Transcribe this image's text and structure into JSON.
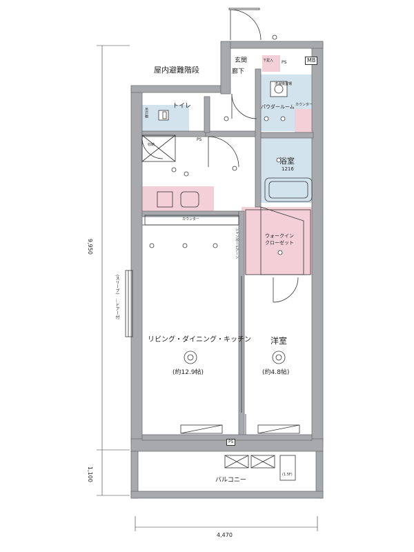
{
  "floorplan": {
    "rooms": {
      "stairs": "屋内避難階段",
      "entrance": "玄関",
      "hall": "廊下",
      "toilet": "トイレ",
      "powder_room": "パウダールーム",
      "bathroom": "浴室",
      "bath_size": "1216",
      "ldk": "リビング・ダイニング・キッチン",
      "ldk_size": "(約12.9帖)",
      "western_room": "洋室",
      "western_size": "(約4.8帖)",
      "walk_in_closet": "ウォークイン\nクローゼット",
      "balcony": "バルコニー"
    },
    "labels": {
      "ps_upper": "PS",
      "ps_mid": "PS",
      "ps_lower": "PS",
      "mb": "MB",
      "storage_in": "下足入",
      "linen": "洗濯機置場",
      "counter": "カウンター",
      "counter2": "カウンター",
      "toilet_storage": "吊戸棚",
      "storage_small": "収納",
      "closet_side": "シャンボードアーン",
      "window_note": "(スリーブ)　…ドアー付",
      "balcony_size": "(1.5F)"
    },
    "dimensions": {
      "height_main": "9,950",
      "height_balcony": "1,100",
      "width_total": "4,470"
    },
    "colors": {
      "wall": "#a7a9ac",
      "wall_outline": "#6d6e71",
      "wet_area": "#d3e3ee",
      "storage_pink": "#f3cfd8",
      "line": "#333333"
    }
  }
}
